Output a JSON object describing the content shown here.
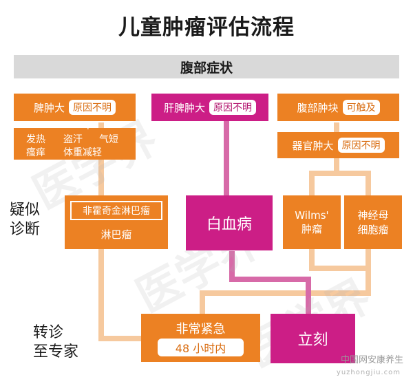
{
  "title": "儿童肿瘤评估流程",
  "header": "腹部症状",
  "colors": {
    "orange": "#ec8123",
    "magenta": "#cc1e86",
    "orange_line": "#f6c99e",
    "magenta_line": "#d76aa8",
    "header_gray": "#d9d9d9"
  },
  "nodes": {
    "splenomegaly": {
      "label": "脾肿大",
      "tag": "原因不明"
    },
    "hepatosplenomegaly": {
      "label": "肝脾肿大",
      "tag": "原因不明"
    },
    "abdominal_mass": {
      "label": "腹部肿块",
      "tag": "可触及"
    },
    "symptoms": {
      "plus": "+",
      "line1": [
        "发热",
        "盗汗",
        "气短"
      ],
      "line2": [
        "瘙痒",
        "体重减轻"
      ]
    },
    "organ_enlargement": {
      "label": "器官肿大",
      "tag": "原因不明"
    },
    "lymphoma": {
      "tag": "非霍奇金淋巴瘤",
      "label": "淋巴瘤"
    },
    "leukemia": {
      "label": "白血病"
    },
    "wilms": {
      "line1": "Wilms'",
      "line2": "肿瘤"
    },
    "neuroblastoma": {
      "line1": "神经母",
      "line2": "细胞瘤"
    },
    "urgent": {
      "label": "非常紧急",
      "tag": "48 小时内"
    },
    "immediate": {
      "label": "立刻"
    }
  },
  "side_labels": {
    "suspected": [
      "疑似",
      "诊断"
    ],
    "referral": [
      "转诊",
      "至专家"
    ]
  },
  "watermark": "医学界",
  "footer": {
    "mark": "中国网安康养生",
    "url": "yuzhongjiu.com"
  }
}
